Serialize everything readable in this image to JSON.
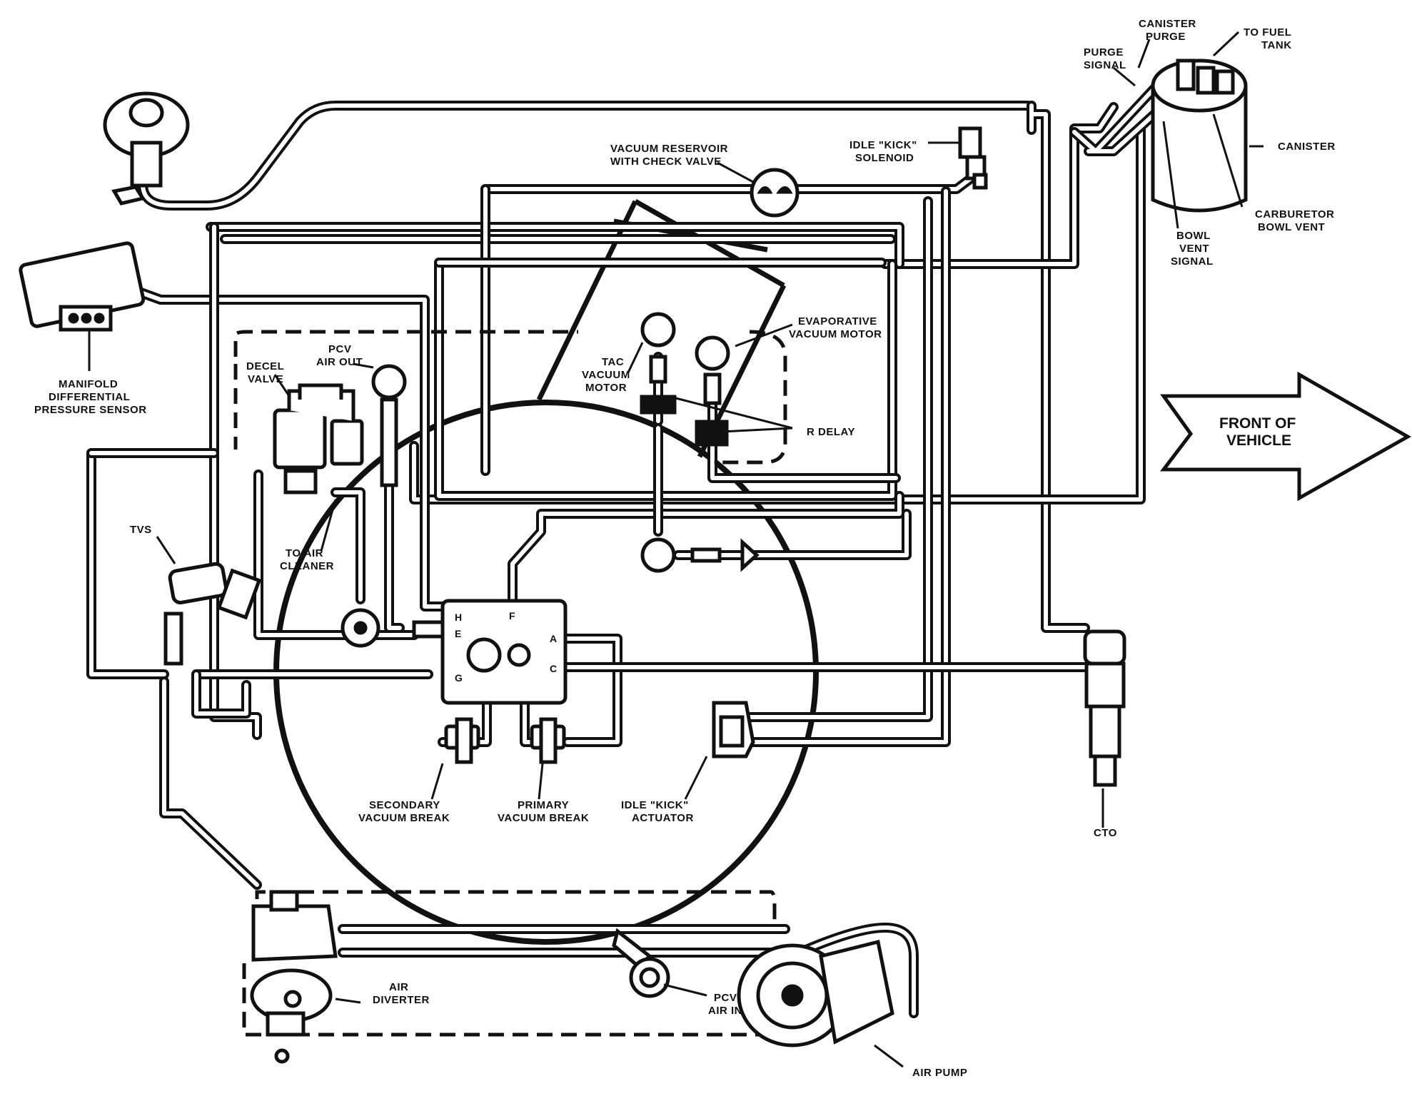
{
  "labels": {
    "canister_purge": [
      "CANISTER",
      "PURGE"
    ],
    "to_fuel_tank": [
      "TO FUEL",
      "TANK"
    ],
    "purge_signal": [
      "PURGE",
      "SIGNAL"
    ],
    "canister": "CANISTER",
    "vacuum_reservoir": [
      "VACUUM RESERVOIR",
      "WITH CHECK VALVE"
    ],
    "idle_kick_solenoid": [
      "IDLE \"KICK\"",
      "SOLENOID"
    ],
    "carburetor_bowl_vent": [
      "CARBURETOR",
      "BOWL VENT"
    ],
    "bowl_vent_signal": [
      "BOWL",
      "VENT",
      "SIGNAL"
    ],
    "manifold_sensor": [
      "MANIFOLD",
      "DIFFERENTIAL",
      "PRESSURE SENSOR"
    ],
    "pcv_air_out": [
      "PCV",
      "AIR OUT"
    ],
    "decel_valve": [
      "DECEL",
      "VALVE"
    ],
    "tac_vacuum_motor": [
      "TAC",
      "VACUUM",
      "MOTOR"
    ],
    "evaporative_vacuum_motor": [
      "EVAPORATIVE",
      "VACUUM MOTOR"
    ],
    "r_delay": "R DELAY",
    "front_of_vehicle": [
      "FRONT OF",
      "VEHICLE"
    ],
    "tvs": "TVS",
    "to_air_cleaner": [
      "TO AIR",
      "CLEANER"
    ],
    "secondary_vacuum_break": [
      "SECONDARY",
      "VACUUM BREAK"
    ],
    "primary_vacuum_break": [
      "PRIMARY",
      "VACUUM BREAK"
    ],
    "idle_kick_actuator": [
      "IDLE \"KICK\"",
      "ACTUATOR"
    ],
    "cto": "CTO",
    "air_diverter": [
      "AIR",
      "DIVERTER"
    ],
    "pcv_air_in": [
      "PCV",
      "AIR IN"
    ],
    "air_pump": "AIR PUMP"
  },
  "ports": {
    "h": "H",
    "e": "E",
    "f": "F",
    "a": "A",
    "c": "C",
    "g": "G"
  }
}
